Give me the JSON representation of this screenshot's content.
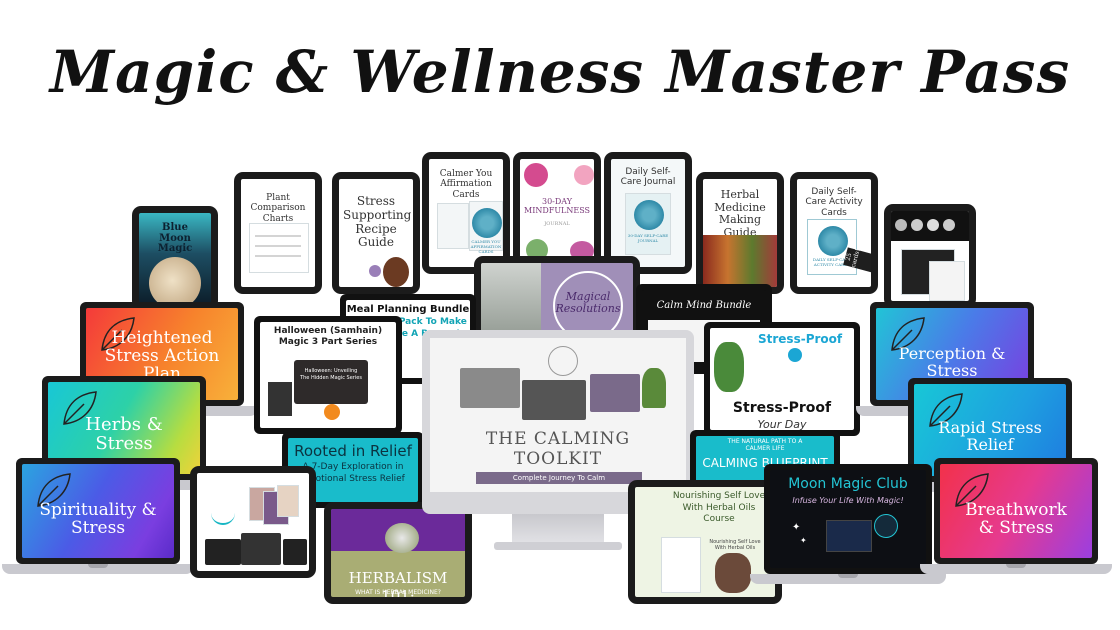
{
  "title": "Magic & Wellness Master Pass",
  "products": {
    "blue_moon": "Blue Moon Magic",
    "plant_charts": "Plant Comparison Charts",
    "stress_recipe": "Stress Supporting Recipe Guide",
    "calmer_you": "Calmer You Affirmation Cards",
    "calmer_you_sub": "CALMER YOU AFFIRMATION CARDS",
    "mindfulness_30": "30-DAY MINDFULNESS",
    "mindfulness_30_sub": "JOURNAL",
    "selfcare_journal": "Daily Self-Care Journal",
    "selfcare_journal_sub": "30-DAY SELF-CARE JOURNAL",
    "herbal_guide": "Herbal Medicine Making Guide",
    "activity_cards": "Daily Self-Care Activity Cards",
    "activity_cards_sub": "DAILY SELF-CARE ACTIVITY CARDS",
    "cards_badge": "25 cards!",
    "meal_bundle": "Meal Planning Bundle",
    "meal_printable": "Printable Pack To Make Meal Time A Breeze!",
    "magical_resolutions": "Magical Resolutions",
    "calm_mind": "Calm Mind Bundle",
    "heightened": "Heightened Stress Action Plan",
    "halloween": "Halloween (Samhain) Magic 3 Part Series",
    "halloween_sub": "Halloween: Unveiling The Hidden Magic Series",
    "stress_proof_a": "Stress-Proof",
    "stress_proof_b": "Your Day",
    "perception": "Perception & Stress",
    "herbs": "Herbs & Stress",
    "rapid": "Rapid Stress Relief",
    "rooted": "Rooted in Relief",
    "rooted_sub": "A 7-Day Exploration in Emotional Stress Relief",
    "calming_toolkit": "THE CALMING TOOLKIT",
    "calming_toolkit_sub": "Complete Journey To Calm",
    "natural_path": "THE NATURAL PATH TO A CALMER LIFE",
    "calming_blueprint": "CALMING BLUEPRINT",
    "spirituality": "Spirituality & Stress",
    "herbalism": "HERBALISM 101:",
    "herbalism_sub": "WHAT IS HERBAL MEDICINE?",
    "nourishing": "Nourishing Self Love With Herbal Oils Course",
    "nourishing_inner": "Nourishing Self Love With Herbal Oils",
    "moon_club": "Moon Magic Club",
    "moon_club_tag": "Infuse Your Life With Magic!",
    "breathwork": "Breathwork & Stress"
  }
}
